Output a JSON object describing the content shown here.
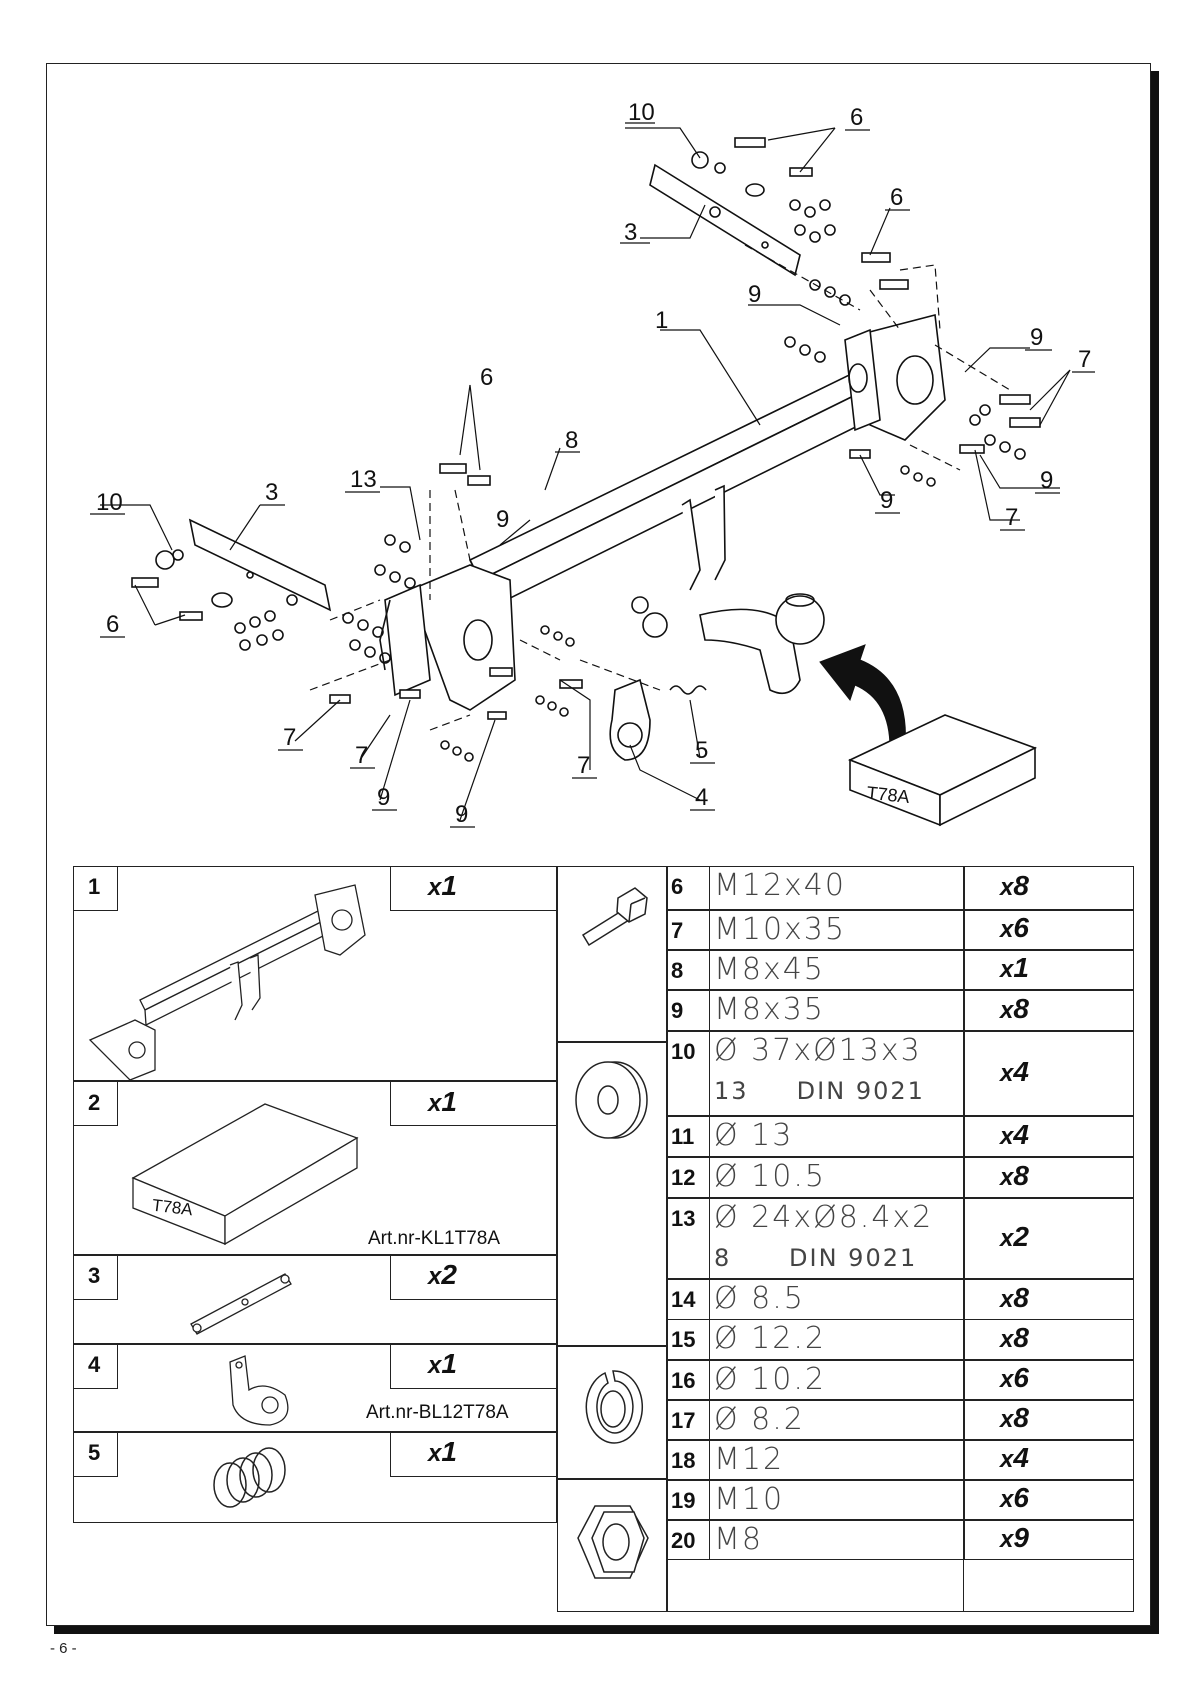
{
  "page_number": "- 6 -",
  "diagram": {
    "callouts": [
      "10",
      "6",
      "3",
      "6",
      "9",
      "1",
      "9",
      "7",
      "6",
      "8",
      "13",
      "9",
      "10",
      "3",
      "6",
      "9",
      "7",
      "9",
      "7",
      "7",
      "9",
      "9",
      "7",
      "5",
      "4"
    ],
    "box_label": "T78A"
  },
  "left_table": {
    "items": [
      {
        "num": "1",
        "qty_x": "x",
        "qty_n": "1",
        "note": ""
      },
      {
        "num": "2",
        "qty_x": "x",
        "qty_n": "1",
        "note": "Art.nr-KL1T78A",
        "box_label": "T78A"
      },
      {
        "num": "3",
        "qty_x": "x",
        "qty_n": "2",
        "note": ""
      },
      {
        "num": "4",
        "qty_x": "x",
        "qty_n": "1",
        "note": "Art.nr-BL12T78A"
      },
      {
        "num": "5",
        "qty_x": "x",
        "qty_n": "1",
        "note": ""
      }
    ]
  },
  "right_table": {
    "rows": [
      {
        "num": "6",
        "desc": "M12x40",
        "desc2": "",
        "qty_x": "x",
        "qty_n": "8"
      },
      {
        "num": "7",
        "desc": "M10x35",
        "desc2": "",
        "qty_x": "x",
        "qty_n": "6"
      },
      {
        "num": "8",
        "desc": "M8x45",
        "desc2": "",
        "qty_x": "x",
        "qty_n": "1"
      },
      {
        "num": "9",
        "desc": "M8x35",
        "desc2": "",
        "qty_x": "x",
        "qty_n": "8"
      },
      {
        "num": "10",
        "desc": "Ø 37xØ13x3",
        "desc2": "13     DIN 9021",
        "qty_x": "x",
        "qty_n": "4"
      },
      {
        "num": "11",
        "desc": "Ø 13",
        "desc2": "",
        "qty_x": "x",
        "qty_n": "4"
      },
      {
        "num": "12",
        "desc": "Ø 10.5",
        "desc2": "",
        "qty_x": "x",
        "qty_n": "8"
      },
      {
        "num": "13",
        "desc": "Ø 24xØ8.4x2",
        "desc2": "8      DIN 9021",
        "qty_x": "x",
        "qty_n": "2"
      },
      {
        "num": "14",
        "desc": "Ø 8.5",
        "desc2": "",
        "qty_x": "x",
        "qty_n": "8"
      },
      {
        "num": "15",
        "desc": "Ø 12.2",
        "desc2": "",
        "qty_x": "x",
        "qty_n": "8"
      },
      {
        "num": "16",
        "desc": "Ø 10.2",
        "desc2": "",
        "qty_x": "x",
        "qty_n": "6"
      },
      {
        "num": "17",
        "desc": "Ø 8.2",
        "desc2": "",
        "qty_x": "x",
        "qty_n": "8"
      },
      {
        "num": "18",
        "desc": "M12",
        "desc2": "",
        "qty_x": "x",
        "qty_n": "4"
      },
      {
        "num": "19",
        "desc": "M10",
        "desc2": "",
        "qty_x": "x",
        "qty_n": "6"
      },
      {
        "num": "20",
        "desc": "M8",
        "desc2": "",
        "qty_x": "x",
        "qty_n": "9"
      }
    ]
  }
}
